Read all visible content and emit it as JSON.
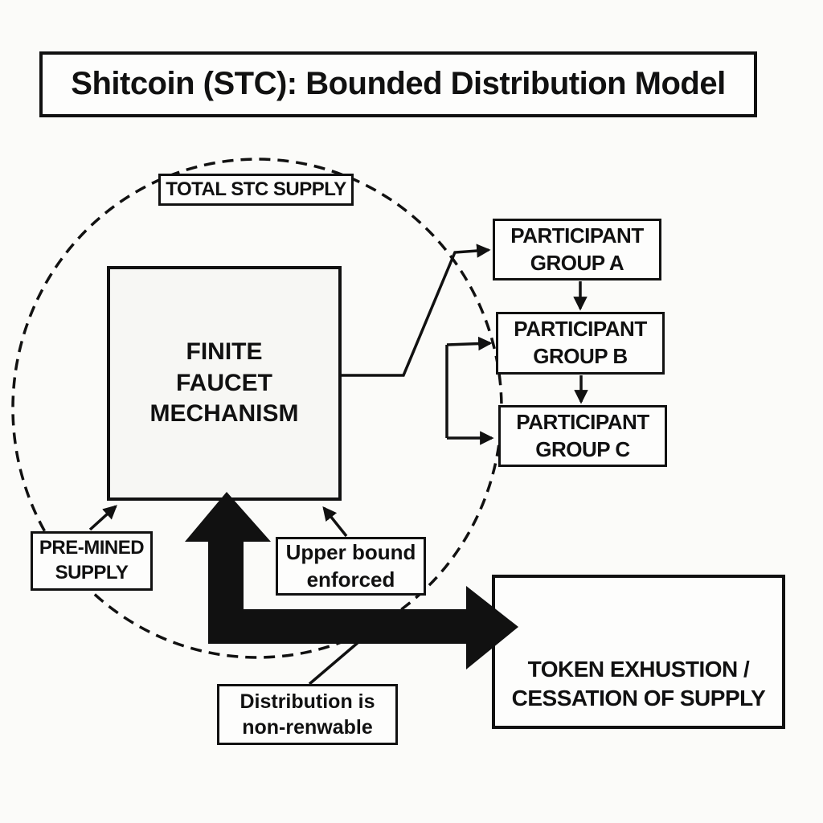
{
  "title": "Shitcoin (STC): Bounded Distribution Model",
  "boundary": {
    "label": "TOTAL STC SUPPLY",
    "shape": "dashed-circle"
  },
  "nodes": {
    "faucet": "FINITE\nFAUCET\nMECHANISM",
    "terminal": "TOKEN EXHUSTION /\nCESSATION OF SUPPLY"
  },
  "groups": [
    {
      "label": "PARTICIPANT\nGROUP A"
    },
    {
      "label": "PARTICIPANT\nGROUP B"
    },
    {
      "label": "PARTICIPANT\nGROUP C"
    }
  ],
  "annotations": {
    "premined": "PRE-MINED\nSUPPLY",
    "upper_bound": "Upper bound\nenforced",
    "non_renewable": "Distribution is\nnon-renwable"
  },
  "colors": {
    "ink": "#111111",
    "background": "#fbfbf9",
    "box_fill": "#fdfdfc",
    "faucet_fill": "#f7f7f4"
  }
}
